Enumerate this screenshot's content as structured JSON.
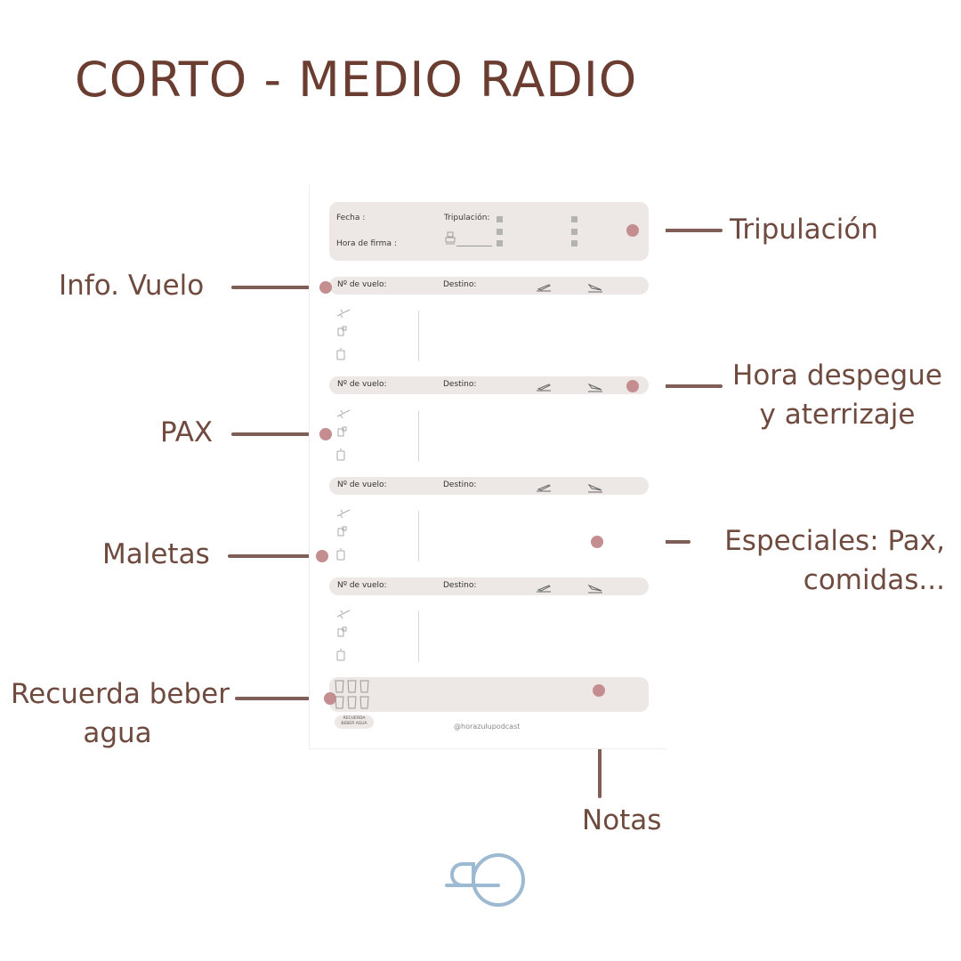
{
  "title": "CORTO - MEDIO RADIO",
  "callouts": {
    "tripulacion": "Tripulación",
    "info_vuelo": "Info. Vuelo",
    "hora_line1": "Hora despegue",
    "hora_line2": "y aterrizaje",
    "pax": "PAX",
    "especiales_line1": "Especiales: Pax,",
    "especiales_line2": "comidas...",
    "maletas": "Maletas",
    "agua_line1": "Recuerda beber",
    "agua_line2": "agua",
    "notas": "Notas"
  },
  "planner": {
    "fecha": "Fecha :",
    "hora_firma": "Hora de firma :",
    "tripulacion": "Tripulación:",
    "flights": [
      {
        "numero": "Nº de vuelo:",
        "destino": "Destino:"
      },
      {
        "numero": "Nº de vuelo:",
        "destino": "Destino:"
      },
      {
        "numero": "Nº de vuelo:",
        "destino": "Destino:"
      },
      {
        "numero": "Nº de vuelo:",
        "destino": "Destino:"
      }
    ],
    "badge_line1": "RECUERDA",
    "badge_line2": "BEBER AGUA",
    "handle": "@horazulupodcast"
  },
  "icons": {
    "crew_figure": "crew-figure-icon",
    "takeoff": "plane-takeoff-icon",
    "landing": "plane-landing-icon",
    "passenger": "passenger-seat-icon",
    "luggage": "suitcase-icon",
    "water": "water-glass-icon",
    "logo": "brand-logo-icon"
  },
  "colors": {
    "title": "#6b3d31",
    "label": "#6f4a3f",
    "connector": "#7e5e57",
    "dot": "#c48e91",
    "panel": "#ede8e5",
    "logo": "#9dbad3"
  }
}
